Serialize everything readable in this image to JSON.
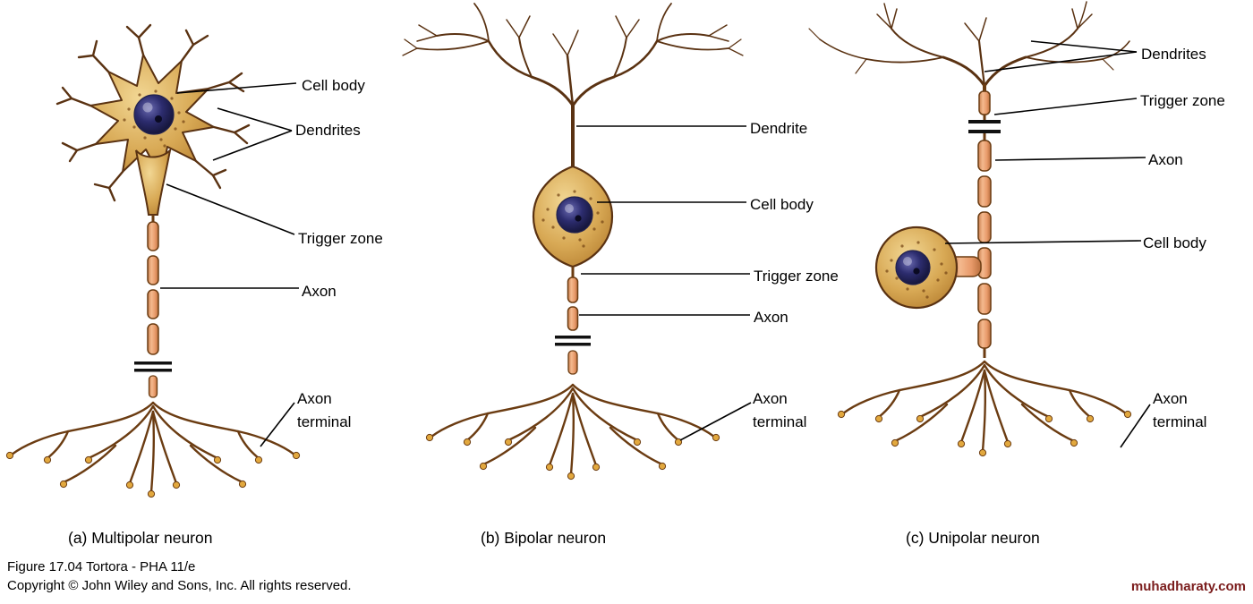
{
  "figure": {
    "panels": [
      {
        "id": "a",
        "caption": "(a) Multipolar neuron",
        "labels": {
          "cell_body": "Cell body",
          "dendrites": "Dendrites",
          "trigger_zone": "Trigger zone",
          "axon": "Axon",
          "axon_terminal": "Axon terminal"
        }
      },
      {
        "id": "b",
        "caption": "(b) Bipolar neuron",
        "labels": {
          "dendrite": "Dendrite",
          "cell_body": "Cell body",
          "trigger_zone": "Trigger zone",
          "axon": "Axon",
          "axon_terminal": "Axon terminal"
        }
      },
      {
        "id": "c",
        "caption": "(c) Unipolar neuron",
        "labels": {
          "dendrites": "Dendrites",
          "trigger_zone": "Trigger zone",
          "axon": "Axon",
          "cell_body": "Cell body",
          "axon_terminal": "Axon terminal"
        }
      }
    ],
    "footer": {
      "figure_line": "Figure 17.04  Tortora - PHA 11/e",
      "copyright_line": "Copyright © John Wiley and Sons, Inc. All rights reserved.",
      "watermark": "muhadharaty.com"
    },
    "colors": {
      "soma_tan": "#d8a955",
      "outline_brown": "#5a3212",
      "myelin_salmon": "#f0b084",
      "nucleus_navy": "#2c2c6e",
      "terminal_gold": "#e2a83e",
      "label_text": "#000000",
      "watermark_red": "#7b1d1d"
    }
  }
}
